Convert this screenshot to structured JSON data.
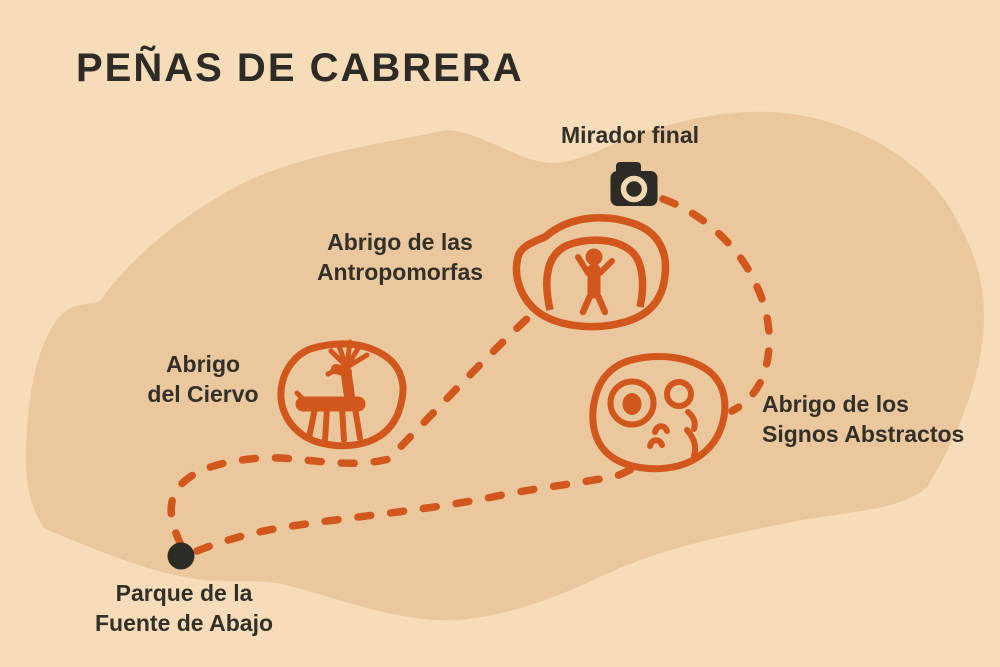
{
  "title": "PEÑAS DE CABRERA",
  "colors": {
    "background": "#f6dcb8",
    "terrain": "#eac79c",
    "trail_orange": "#d1571d",
    "text_charcoal": "#33302a",
    "marker_black": "#2e2b27",
    "camera_lens_ring": "#f3d9b1"
  },
  "trail": {
    "style": "dashed",
    "start_marker": "black-dot",
    "end_marker": "camera"
  },
  "icons": {
    "mirador": "camera-icon",
    "antropomorfas": "anthropomorph-petroglyph-icon",
    "ciervo": "deer-petroglyph-icon",
    "signos": "abstract-signs-petroglyph-icon",
    "parque": "start-dot-marker"
  },
  "locations": {
    "mirador": {
      "lines": [
        "Mirador final"
      ]
    },
    "antropomorfas": {
      "lines": [
        "Abrigo de las",
        "Antropomorfas"
      ]
    },
    "ciervo": {
      "lines": [
        "Abrigo",
        "del Ciervo"
      ]
    },
    "signos": {
      "lines": [
        "Abrigo de los",
        "Signos Abstractos"
      ]
    },
    "parque": {
      "lines": [
        "Parque de la",
        "Fuente de Abajo"
      ]
    }
  }
}
